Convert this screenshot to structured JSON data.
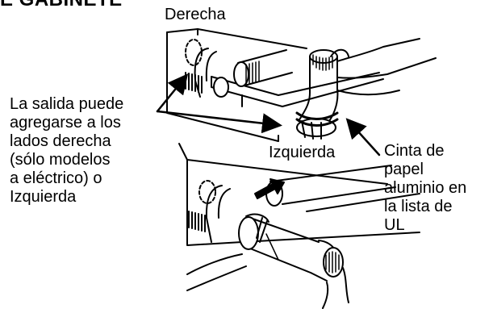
{
  "header": {
    "title": "E GABINETE"
  },
  "labels": {
    "right_side": "Derecha",
    "left_side": "Izquierda",
    "exhaust_note": "La salida puede\nagregarse a los\nlados derecha\n(sólo modelos\na eléctrico) o\nIzquierda",
    "foil_tape": "Cinta de\npapel\naluminio en\nla lista de\nUL"
  }
}
